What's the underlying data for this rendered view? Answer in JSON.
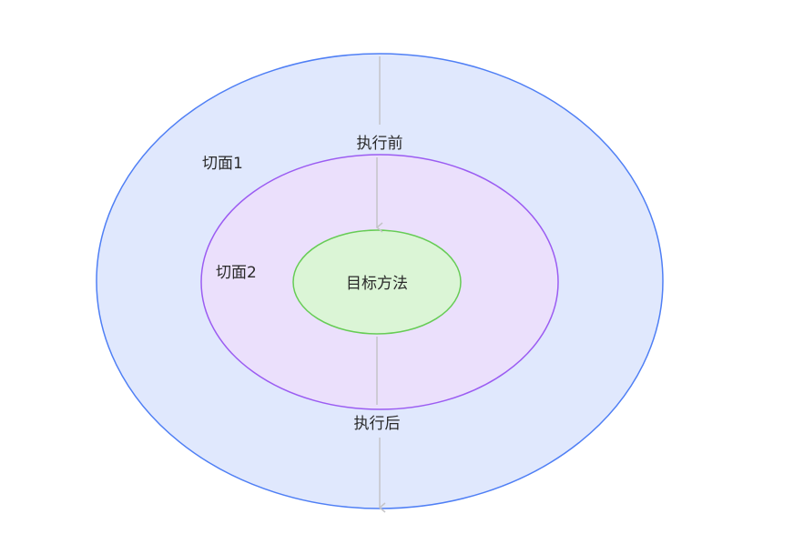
{
  "diagram": {
    "outer": {
      "label": "切面1",
      "fill": "#e0e8fd",
      "stroke": "#4f7ff5"
    },
    "middle": {
      "label": "切面2",
      "fill": "#ebe0fc",
      "stroke": "#9b5cf2"
    },
    "inner": {
      "label": "目标方法",
      "fill": "#dbf5d6",
      "stroke": "#66cc55"
    },
    "before_label": "执行前",
    "after_label": "执行后",
    "arrow_color": "#c4c4c8"
  }
}
